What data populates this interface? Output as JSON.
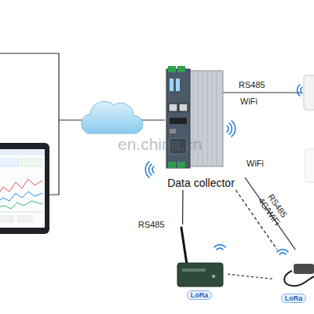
{
  "diagram": {
    "nodes": [
      {
        "text": [
          "Data collector"
        ]
      },
      {
        "text": [
          "LoRa"
        ]
      },
      {
        "text": [
          "LoRa"
        ]
      }
    ],
    "edges": [
      {
        "from": 0,
        "to": 1,
        "label": "RS485",
        "arrow": "none"
      },
      {
        "from": 0,
        "to": 2,
        "label": "RS485 4G/WiFi",
        "arrow": "none"
      },
      {
        "from": 0,
        "to": 2,
        "arrow": "none"
      },
      {
        "from": 1,
        "to": 2,
        "arrow": "none"
      }
    ],
    "labels": [
      "RS485",
      "WiFi",
      "WiFi",
      "en.china.cn"
    ]
  }
}
